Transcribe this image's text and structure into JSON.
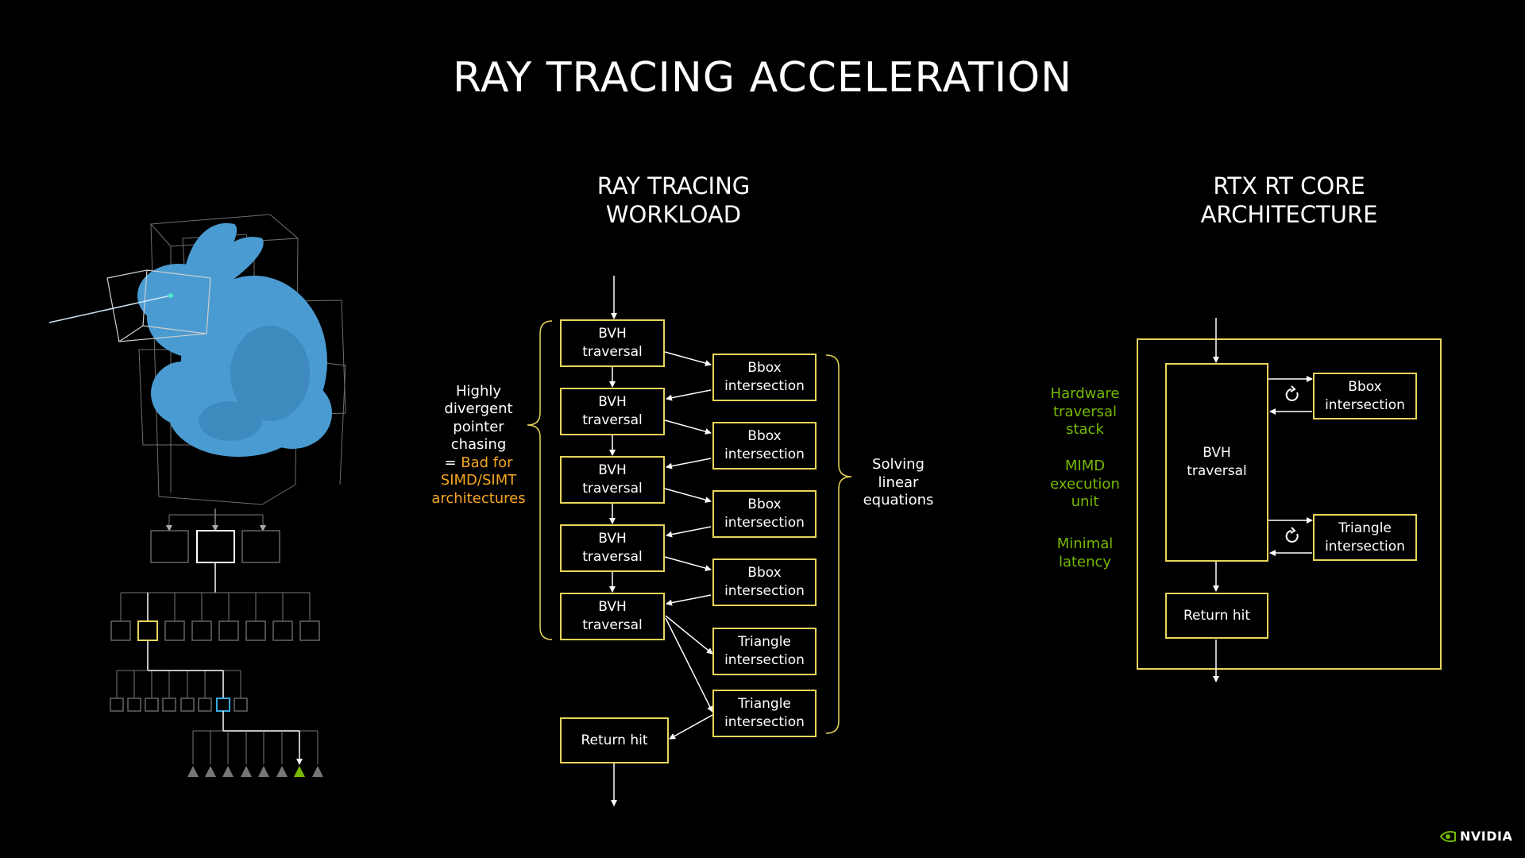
{
  "slide": {
    "title": "RAY TRACING ACCELERATION",
    "logo_text": "NVIDIA"
  },
  "workload": {
    "heading": "RAY TRACING\nWORKLOAD",
    "bvh_label": "BVH\ntraversal",
    "bbox_label": "Bbox\nintersection",
    "triangle_label": "Triangle\nintersection",
    "return_label": "Return hit",
    "left_note": "Highly\ndivergent\npointer\nchasing",
    "left_note_eq": "= ",
    "left_note_bad": "Bad for\nSIMD/SIMT\narchitectures",
    "right_note": "Solving\nlinear\nequations"
  },
  "rtcore": {
    "heading": "RTX RT CORE\nARCHITECTURE",
    "bvh_label": "BVH\ntraversal",
    "bbox_label": "Bbox\nintersection",
    "triangle_label": "Triangle\nintersection",
    "return_label": "Return hit",
    "features": [
      "Hardware\ntraversal\nstack",
      "MIMD\nexecution\nunit",
      "Minimal\nlatency"
    ]
  },
  "colors": {
    "box_border": "#e8d55a",
    "accent_green": "#76b900",
    "accent_orange": "#f5a623",
    "bunny": "#4a9bd1",
    "background": "#000000"
  },
  "icons": [
    "stanford-bunny-illustration",
    "bvh-tree-icon",
    "cycle-icon",
    "nvidia-eye-icon"
  ]
}
